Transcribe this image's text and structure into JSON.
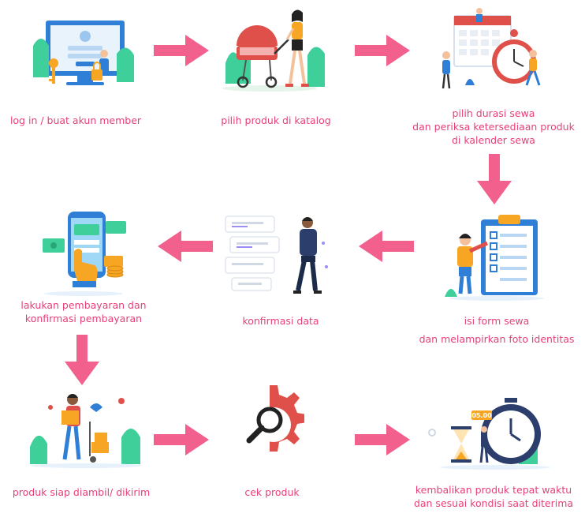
{
  "colors": {
    "label": "#e8407a",
    "arrow": "#f2618e",
    "accent_blue": "#2f7fd6",
    "accent_orange": "#f6a623",
    "accent_red": "#e0504a"
  },
  "steps": [
    {
      "id": 1,
      "icon": "login-icon",
      "lines": [
        "log in / buat akun member"
      ]
    },
    {
      "id": 2,
      "icon": "stroller-icon",
      "lines": [
        "pilih produk di katalog"
      ]
    },
    {
      "id": 3,
      "icon": "calendar-clock-icon",
      "lines": [
        "pilih durasi sewa",
        "dan periksa ketersediaan produk",
        "di kalender sewa"
      ]
    },
    {
      "id": 4,
      "icon": "checklist-icon",
      "lines": [
        "isi form sewa",
        "dan melampirkan foto identitas"
      ]
    },
    {
      "id": 5,
      "icon": "chat-person-icon",
      "lines": [
        "konfirmasi data"
      ]
    },
    {
      "id": 6,
      "icon": "phone-payment-icon",
      "lines": [
        "lakukan pembayaran dan",
        "konfirmasi pembayaran"
      ]
    },
    {
      "id": 7,
      "icon": "delivery-icon",
      "lines": [
        "produk siap diambil/ dikirim"
      ]
    },
    {
      "id": 8,
      "icon": "magnifier-gear-icon",
      "lines": [
        "cek produk"
      ]
    },
    {
      "id": 9,
      "icon": "hourglass-clock-icon",
      "lines": [
        "kembalikan produk tepat waktu",
        "dan sesuai kondisi saat diterima"
      ]
    }
  ],
  "clock_badge": "05.00"
}
